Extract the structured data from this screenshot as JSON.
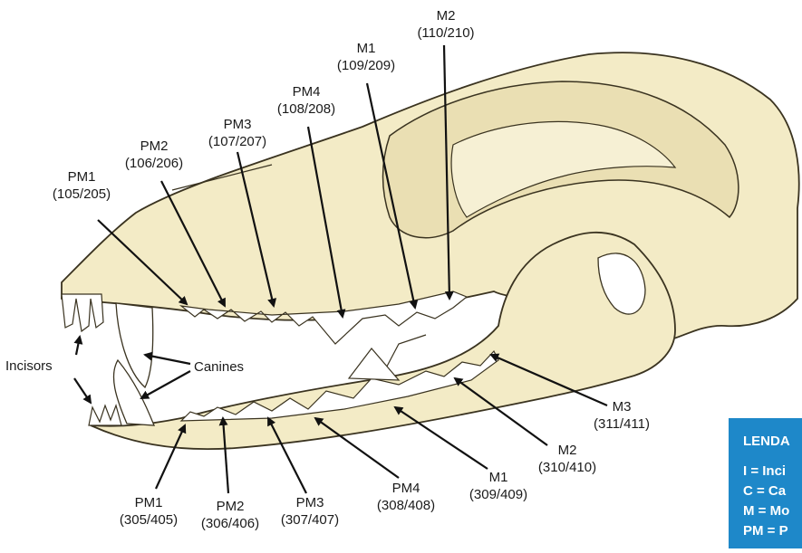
{
  "upper_labels": [
    {
      "name": "PM1",
      "code": "(105/205)"
    },
    {
      "name": "PM2",
      "code": "(106/206)"
    },
    {
      "name": "PM3",
      "code": "(107/207)"
    },
    {
      "name": "PM4",
      "code": "(108/208)"
    },
    {
      "name": "M1",
      "code": "(109/209)"
    },
    {
      "name": "M2",
      "code": "(110/210)"
    }
  ],
  "lower_labels": [
    {
      "name": "PM1",
      "code": "(305/405)"
    },
    {
      "name": "PM2",
      "code": "(306/406)"
    },
    {
      "name": "PM3",
      "code": "(307/407)"
    },
    {
      "name": "PM4",
      "code": "(308/408)"
    },
    {
      "name": "M1",
      "code": "(309/409)"
    },
    {
      "name": "M2",
      "code": "(310/410)"
    },
    {
      "name": "M3",
      "code": "(311/411)"
    }
  ],
  "incisors_label": "Incisors",
  "canines_label": "Canines",
  "legend": {
    "title": "LENDA",
    "lines": [
      "I = Inci",
      "C = Ca",
      "M = Mo",
      "PM = P"
    ]
  },
  "colors": {
    "bone": "#f3ebc6",
    "bone_shade": "#ddd2a4",
    "tooth": "#ffffff",
    "legend_bg": "#1e88c9"
  }
}
